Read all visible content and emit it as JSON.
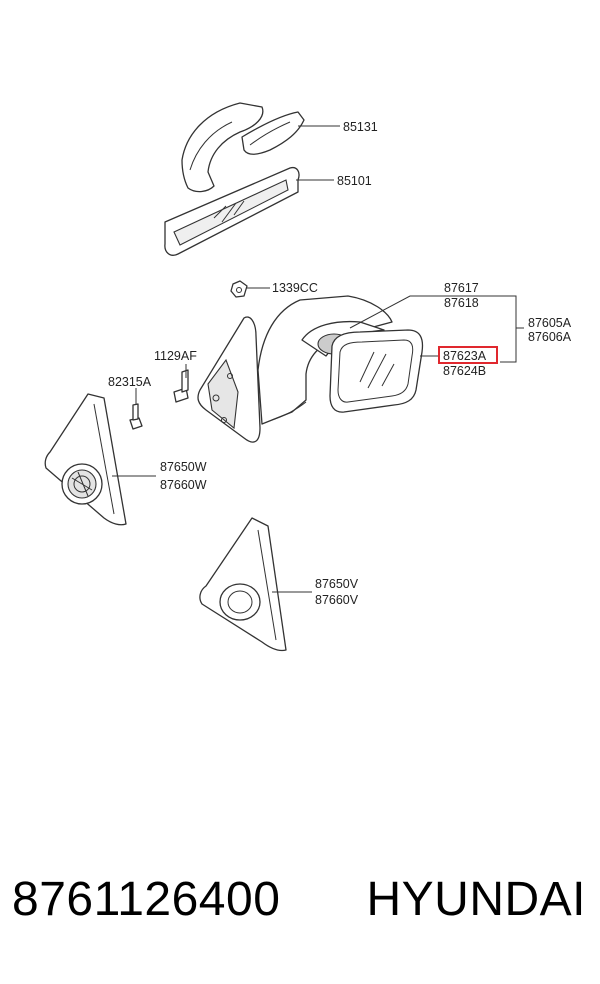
{
  "diagram": {
    "labels": {
      "p85131": "85131",
      "p85101": "85101",
      "p1339cc": "1339CC",
      "p87617": "87617",
      "p87618": "87618",
      "p87605a": "87605A",
      "p87606a": "87606A",
      "p87623a": "87623A",
      "p87624b": "87624B",
      "p1129af": "1129AF",
      "p82315a": "82315A",
      "p87650w": "87650W",
      "p87660w": "87660W",
      "p87650v": "87650V",
      "p87660v": "87660V"
    },
    "highlight_color": "#e0282e"
  },
  "footer": {
    "part_number": "8761126400",
    "brand": "HYUNDAI"
  }
}
